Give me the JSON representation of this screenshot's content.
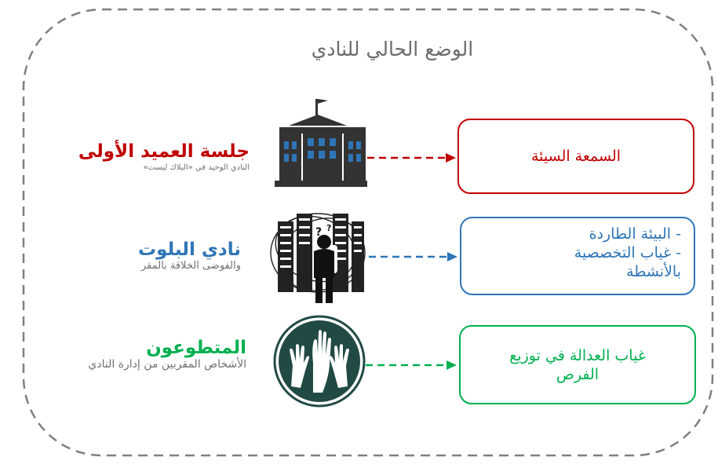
{
  "title": "الوضع الحالي للنادي",
  "groups": [
    {
      "name": "جلسة العميد الأولى",
      "subtitle": "النادي الوحيد في «البلاك ليست»",
      "box_text": "السمعة السيئة",
      "color": "#c00000",
      "icon": "school-building-icon"
    },
    {
      "name": "نادي البلوت",
      "subtitle": "والفوضى الخلاقة بالمقر",
      "box_lines": [
        "- البيئة الطاردة",
        "- غياب التخصصية بالأنشطة"
      ],
      "color": "#2e75b6",
      "icon": "confused-person-server-icon"
    },
    {
      "name": "المتطوعون",
      "subtitle": "الأشخاص المقربين من إدارة النادي",
      "box_text": "غياب العدالة في توزيع الفرص",
      "color": "#00b050",
      "icon": "raised-hands-icon"
    }
  ]
}
